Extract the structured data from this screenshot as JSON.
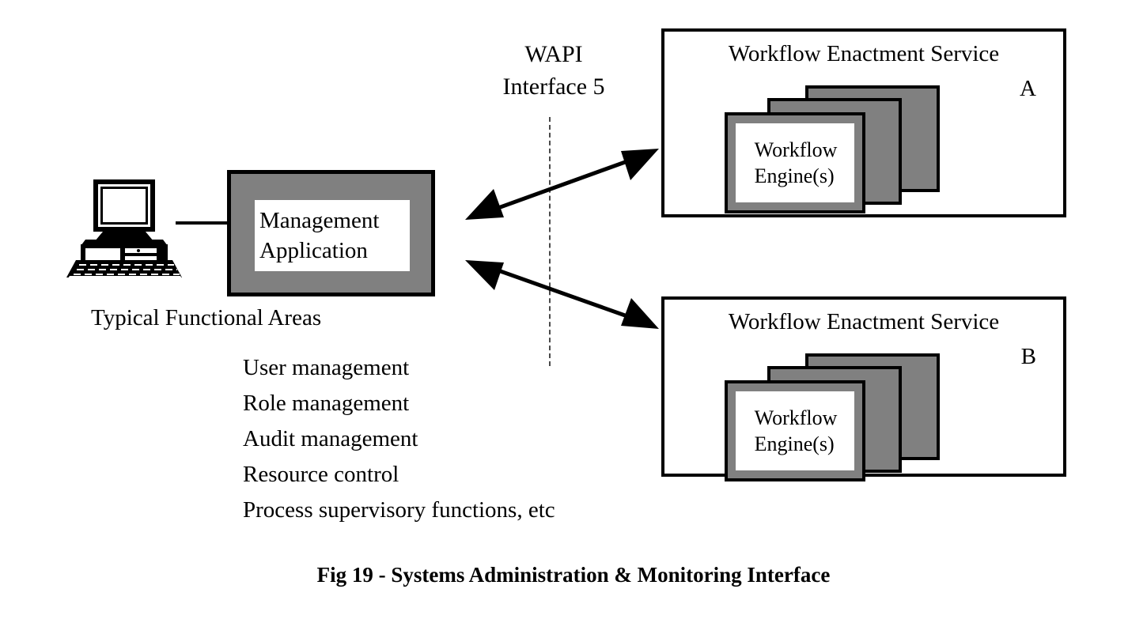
{
  "figure": {
    "caption": "Fig 19 - Systems Administration & Monitoring Interface"
  },
  "interface": {
    "label": "WAPI\nInterface 5",
    "boundary_style": "dashed-vertical"
  },
  "management": {
    "label": "Management\nApplication",
    "icon": "desktop-computer-icon",
    "functional_areas_heading": "Typical Functional Areas",
    "functional_areas": [
      "User management",
      "Role management",
      "Audit management",
      "Resource control",
      "Process supervisory functions, etc"
    ]
  },
  "services": [
    {
      "title": "Workflow Enactment Service",
      "letter": "A",
      "engine_label": "Workflow\nEngine(s)",
      "engine_count": 3
    },
    {
      "title": "Workflow Enactment Service",
      "letter": "B",
      "engine_label": "Workflow\nEngine(s)",
      "engine_count": 3
    }
  ],
  "connectors": [
    {
      "name": "management-to-service-a",
      "type": "double-headed-arrow"
    },
    {
      "name": "management-to-service-b",
      "type": "double-headed-arrow"
    }
  ],
  "colors": {
    "fill_gray": "#808080",
    "stroke_black": "#000000",
    "panel_white": "#ffffff",
    "dash_gray": "#4a4a4a"
  }
}
